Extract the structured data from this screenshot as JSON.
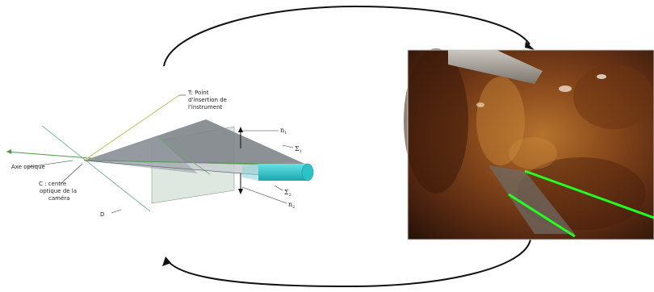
{
  "labels": {
    "t_point": [
      "T: Point",
      "d'insertion de",
      "l'instrument"
    ],
    "axe_optique": "Axe optique",
    "c_centre": [
      "C : centre",
      "optique de la",
      "caméra"
    ],
    "d": "D",
    "n1": "n",
    "n1_sub": "1",
    "n2": "n",
    "n2_sub": "2",
    "sigma1": "Σ",
    "sigma1_sub": "1",
    "sigma2": "Σ",
    "sigma2_sub": "2"
  },
  "colors": {
    "cone_dark": "#7f858b",
    "cone_light": "#c9cdd0",
    "plane": "#c4d4c8",
    "instrument": "#3cc8cf",
    "optical_axis": "#4c9a4c",
    "insertion_line": "#c8c87a",
    "plane_line_d": "#7cb89a",
    "detected_edge": "#22ff22",
    "arrow": "#111111"
  },
  "icons": {
    "top_arrow": "curved-arrow-right",
    "bottom_arrow": "curved-arrow-left"
  }
}
